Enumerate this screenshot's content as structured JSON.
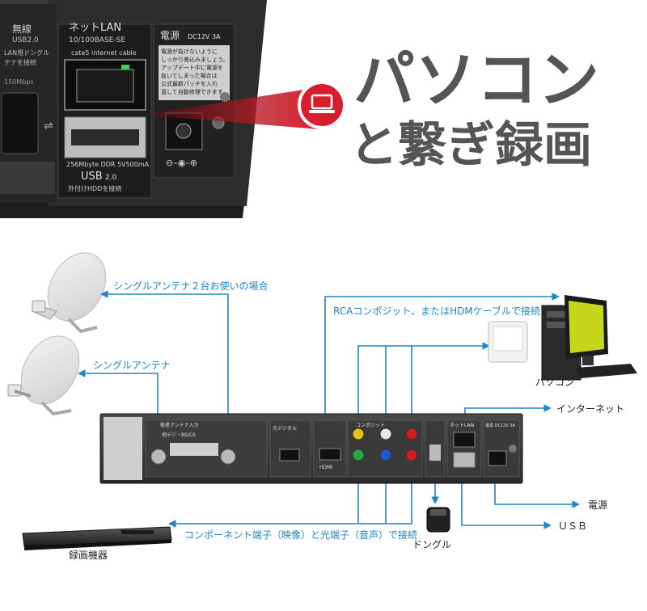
{
  "title": {
    "line1": "パソコン",
    "line2": "と繋ぎ録画"
  },
  "photo_panel": {
    "wireless": "無線",
    "wireless_sub": "USB2.0",
    "lan_label": "ネットLAN",
    "lan_sub": "10/100BASE-SE",
    "cable_label": "cate5 internet cable",
    "power_label": "電源",
    "power_spec": "DC12V 3A",
    "power_note_1": "電源が抜けないように",
    "power_note_2": "しっかり差込みましょう。",
    "power_note_3": "アップデート中に電源を",
    "power_note_4": "抜いてしまった場合は",
    "power_note_5": "公式最新パッチを入れ",
    "power_note_6": "直して自動修理できます。",
    "usb_label": "USB",
    "usb_ver": "2.0",
    "usb_sub": "外付けHDDを接続",
    "ddr_label": "256Mbyte DDR 5V500mA",
    "speed_label": "150Mbps",
    "dongle_note_1": "LAN用ドングル",
    "dongle_note_2": "テナを接続"
  },
  "diagram": {
    "antenna_two": "シングルアンテナ２台お使いの場合",
    "antenna_one": "シングルアンテナ",
    "pc_cable": "RCAコンポジット、またはHDMケーブルで接続",
    "pc": "パソコン",
    "internet": "インターネット",
    "power": "電源",
    "usb": "ＵＳＢ",
    "component": "コンポーネント端子（映像）と光端子（音声）で接続",
    "dongle": "ドングル",
    "recorder": "録画機器"
  },
  "device_panel": {
    "antenna_in": "地デジ・BS/CS",
    "input_label": "衛星アンテナ入力",
    "hdmi": "HDMI",
    "optical": "光デジタル",
    "video_label": "コンポジット",
    "lan": "ネットLAN",
    "power": "電源 DC12V 3A"
  },
  "colors": {
    "accent": "#1f86c8",
    "title": "#555555",
    "red": "#d81e2c"
  }
}
